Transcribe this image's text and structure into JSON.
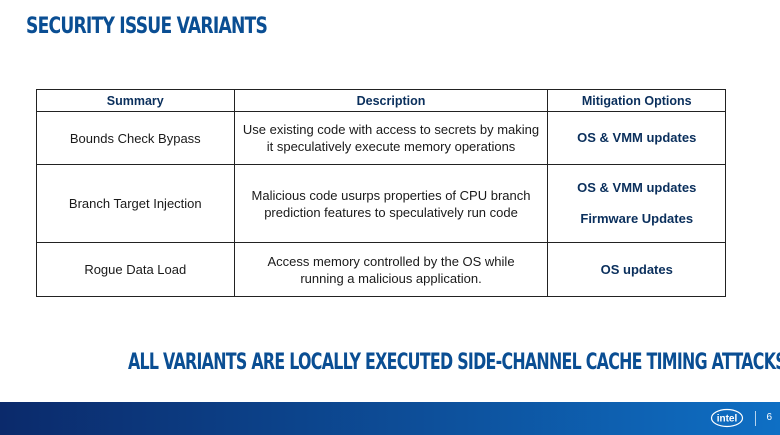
{
  "slide": {
    "title": "SECURITY ISSUE VARIANTS",
    "banner": "ALL VARIANTS ARE LOCALLY EXECUTED SIDE-CHANNEL CACHE TIMING ATTACKS",
    "page_number": "6",
    "logo_text": "intel"
  },
  "table": {
    "headers": [
      "Summary",
      "Description",
      "Mitigation Options"
    ],
    "rows": [
      {
        "summary": "Bounds Check Bypass",
        "description_line1": "Use existing code with access to secrets by making",
        "description_line2": "it speculatively execute memory operations",
        "mitigations": [
          "OS & VMM updates"
        ]
      },
      {
        "summary": "Branch Target Injection",
        "description_line1": "Malicious code usurps properties of CPU branch",
        "description_line2": "prediction features to speculatively run code",
        "mitigations": [
          "OS & VMM updates",
          "Firmware Updates"
        ]
      },
      {
        "summary": "Rogue Data Load",
        "description_line1": "Access memory controlled by the OS while",
        "description_line2": "running a malicious application.",
        "mitigations": [
          "OS updates"
        ]
      }
    ]
  },
  "colors": {
    "heading": "#0a4e93",
    "footer_dark": "#0b2a6b",
    "footer_light": "#0e6fc4"
  }
}
